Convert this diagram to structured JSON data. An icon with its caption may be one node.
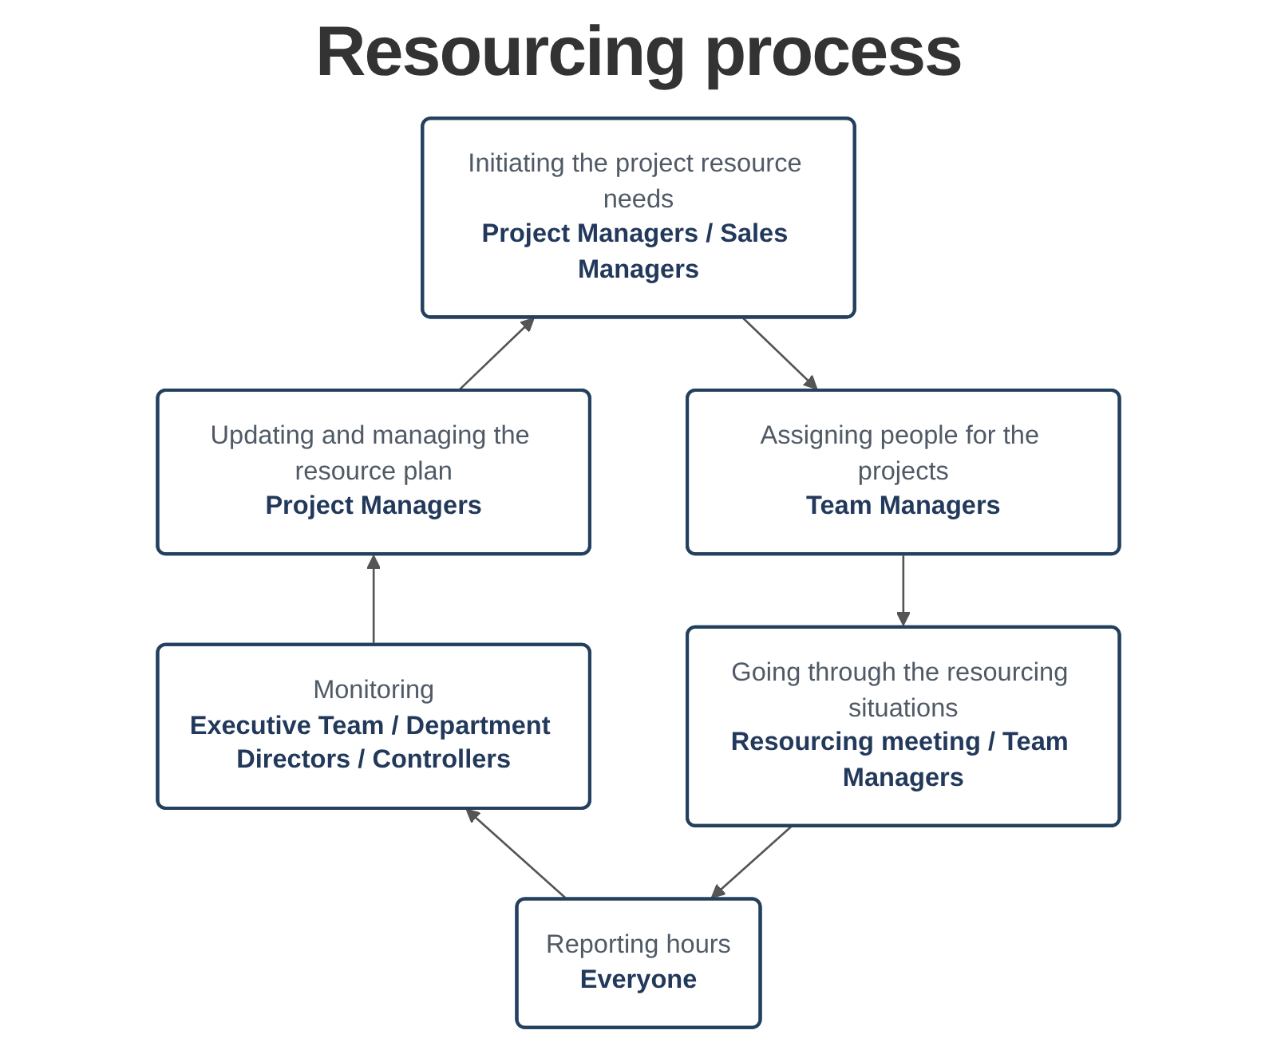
{
  "diagram": {
    "title": "Resourcing process",
    "nodes": [
      {
        "text": [
          "Initiating the project resource needs",
          "Project Managers / Sales Managers"
        ]
      },
      {
        "text": [
          "Updating and managing the resource plan",
          "Project Managers"
        ]
      },
      {
        "text": [
          "Assigning people for the projects",
          "Team Managers"
        ]
      },
      {
        "text": [
          "Monitoring",
          "Executive Team / Department Directors / Controllers"
        ]
      },
      {
        "text": [
          "Going through the resourcing situations",
          "Resourcing meeting / Team Managers"
        ]
      },
      {
        "text": [
          "Reporting hours",
          "Everyone"
        ]
      }
    ],
    "edges": [
      {
        "from": 0,
        "to": 2,
        "arrow": "to"
      },
      {
        "from": 2,
        "to": 4,
        "arrow": "to"
      },
      {
        "from": 4,
        "to": 5,
        "arrow": "to"
      },
      {
        "from": 5,
        "to": 3,
        "arrow": "to"
      },
      {
        "from": 3,
        "to": 1,
        "arrow": "to"
      },
      {
        "from": 1,
        "to": 0,
        "arrow": "to"
      }
    ]
  }
}
